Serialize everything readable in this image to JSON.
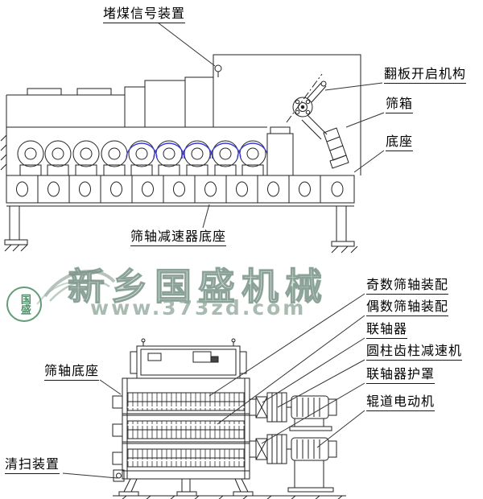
{
  "labels": {
    "coal_signal": "堵煤信号装置",
    "flap_mechanism": "翻板开启机构",
    "screen_box": "筛箱",
    "base": "底座",
    "reducer_base": "筛轴减速器底座",
    "odd_shaft": "奇数筛轴装配",
    "even_shaft": "偶数筛轴装配",
    "coupling": "联轴器",
    "cyl_gear_reducer": "圆柱齿柱减速机",
    "coupling_guard": "联轴器护罩",
    "roller_motor": "辊道电动机",
    "shaft_base": "筛轴底座",
    "cleaning_device": "清扫装置"
  },
  "watermark": {
    "brand": "新乡国盛机械",
    "url": "www.373zd.com",
    "badge": "国盛",
    "accent_color": "#8aa096"
  },
  "drawing": {
    "line_color": "#222222",
    "highlight_color": "#3b3bd6"
  }
}
